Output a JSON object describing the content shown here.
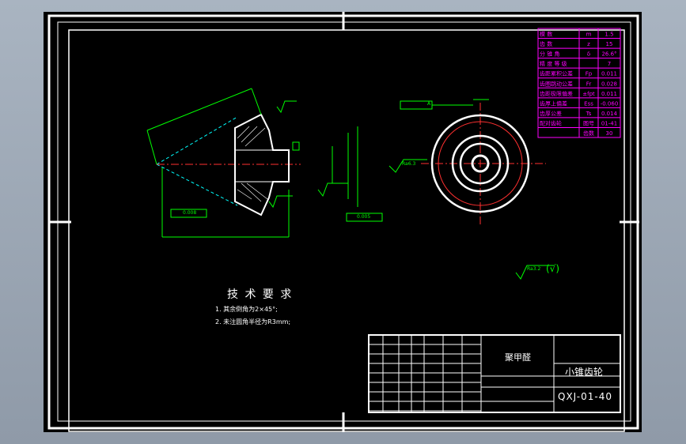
{
  "app": {
    "accent_background": "#000000",
    "chrome_color": "#9aa6b4"
  },
  "drawing": {
    "tech_requirements": {
      "title": "技 术 要 求",
      "items": [
        "1. 其余倒角为2×45°;",
        "2. 未注圆角半径为R3mm;"
      ]
    },
    "title_block": {
      "material": "聚甲醛",
      "part_name": "小锥齿轮",
      "drawing_number": "QXJ-01-40"
    },
    "param_table": {
      "rows": [
        {
          "label": "模 数",
          "symbol": "m",
          "value": "1.5"
        },
        {
          "label": "齿 数",
          "symbol": "z",
          "value": "15"
        },
        {
          "label": "分 锥 角",
          "symbol": "δ",
          "value": "26.6°"
        },
        {
          "label": "精 度 等 级",
          "symbol": "",
          "value": "7"
        },
        {
          "label": "齿距累积公差",
          "symbol": "Fp",
          "value": "0.011"
        },
        {
          "label": "齿圈跳动公差",
          "symbol": "Fr",
          "value": "0.028"
        },
        {
          "label": "齿距极限偏差",
          "symbol": "±fpt",
          "value": "0.011"
        },
        {
          "label": "齿厚上偏差",
          "symbol": "Ess",
          "value": "-0.060"
        },
        {
          "label": "齿厚公差",
          "symbol": "Ts",
          "value": "0.014"
        },
        {
          "label": "配对齿轮",
          "symbol": "图号",
          "value": "01-41"
        },
        {
          "label": "",
          "symbol": "齿数",
          "value": "30"
        }
      ]
    },
    "annotations": {
      "roughness_main": "Ra3.2",
      "roughness_other": "(√)",
      "roughness_right_view": "Ra6.3",
      "datum_label": "A",
      "tol_1": "0.008",
      "tol_2": "0.005"
    }
  }
}
